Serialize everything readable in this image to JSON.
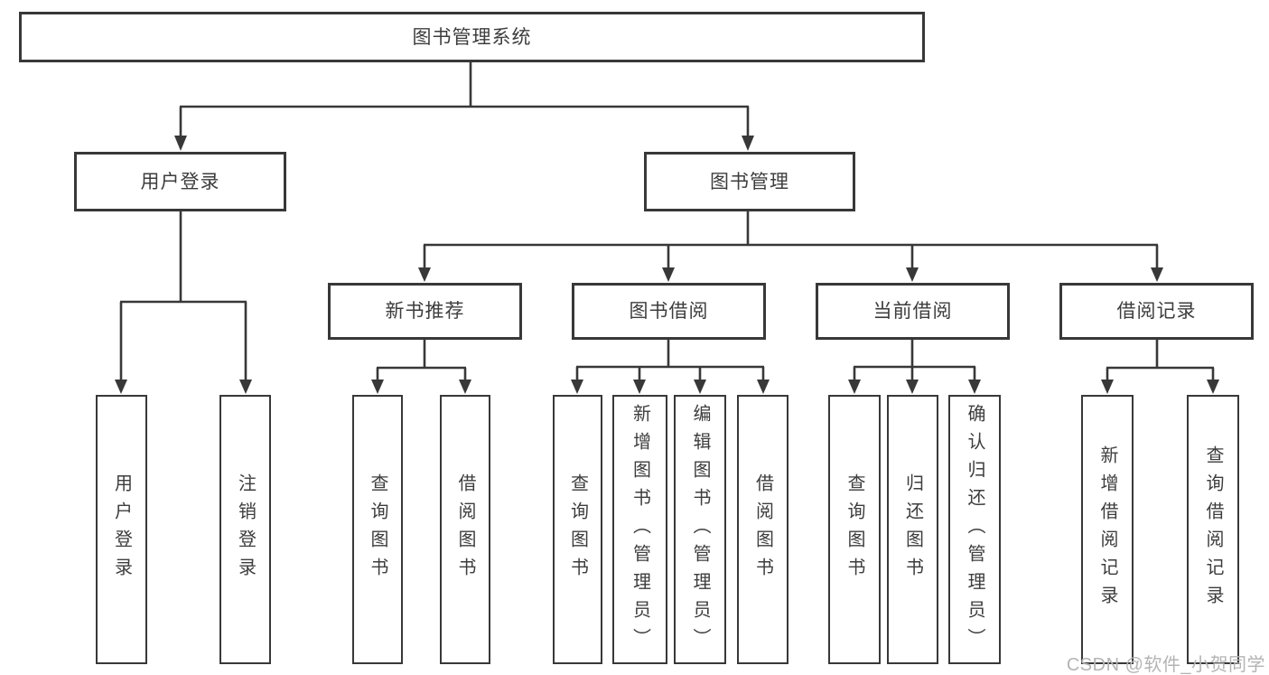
{
  "diagram": {
    "root": {
      "label": "图书管理系统",
      "children": [
        {
          "label": "用户登录",
          "children": [
            {
              "label": "用户登录"
            },
            {
              "label": "注销登录"
            }
          ]
        },
        {
          "label": "图书管理",
          "children": [
            {
              "label": "新书推荐",
              "children": [
                {
                  "label": "查询图书"
                },
                {
                  "label": "借阅图书"
                }
              ]
            },
            {
              "label": "图书借阅",
              "children": [
                {
                  "label": "查询图书"
                },
                {
                  "label": "新增图书（管理员）"
                },
                {
                  "label": "编辑图书（管理员）"
                },
                {
                  "label": "借阅图书"
                }
              ]
            },
            {
              "label": "当前借阅",
              "children": [
                {
                  "label": "查询图书"
                },
                {
                  "label": "归还图书"
                },
                {
                  "label": "确认归还（管理员）"
                }
              ]
            },
            {
              "label": "借阅记录",
              "children": [
                {
                  "label": "新增借阅记录"
                },
                {
                  "label": "查询借阅记录"
                }
              ]
            }
          ]
        }
      ]
    },
    "watermark": "CSDN @软件_小贺同学",
    "colors": {
      "line": "#383838",
      "box_border": "#383838",
      "text": "#3d3d3d",
      "background": "#ffffff",
      "watermark": "#b4b4b4"
    }
  }
}
